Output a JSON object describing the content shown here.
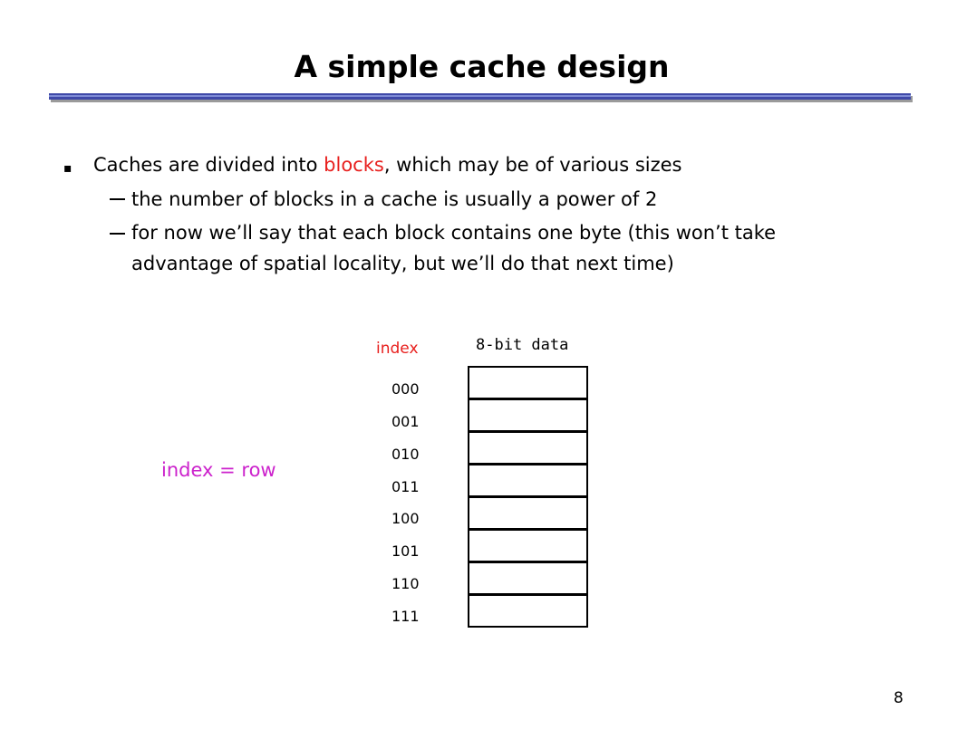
{
  "slide": {
    "title": "A simple cache design",
    "page_number": "8"
  },
  "bullets": {
    "main": {
      "marker": "▪",
      "before": "Caches are divided into ",
      "highlight": "blocks",
      "after": ", which may be of various sizes"
    },
    "sub": [
      {
        "lines": [
          "the number of blocks in a cache is usually a power of 2"
        ]
      },
      {
        "lines": [
          "for now we’ll say that each block contains one byte (this won’t take",
          "advantage of spatial locality, but we’ll do that next time)"
        ]
      }
    ]
  },
  "diagram": {
    "index_header": "index",
    "data_header": "8-bit data",
    "rows": [
      "000",
      "001",
      "010",
      "011",
      "100",
      "101",
      "110",
      "111"
    ],
    "equation": "index = row",
    "colors": {
      "highlight": "#e8201e",
      "equation": "#cc22cc",
      "rule": "#3f49a8"
    }
  }
}
